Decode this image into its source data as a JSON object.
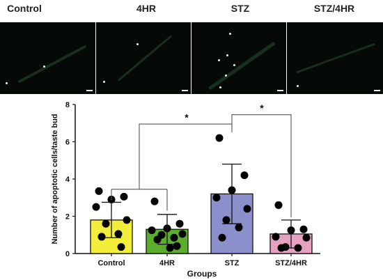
{
  "panels": {
    "labels": [
      "Control",
      "4HR",
      "STZ",
      "STZ/4HR"
    ]
  },
  "chart_data": {
    "type": "bar",
    "categories": [
      "Control",
      "4HR",
      "STZ",
      "STZ/4HR"
    ],
    "values": [
      1.8,
      1.3,
      3.2,
      1.05
    ],
    "error": [
      0.95,
      0.8,
      1.6,
      0.75
    ],
    "points": [
      [
        3.35,
        3.05,
        2.9,
        2.5,
        1.8,
        1.6,
        1.05,
        0.9,
        0.35
      ],
      [
        2.8,
        1.6,
        1.35,
        1.25,
        1.05,
        1.0,
        0.85,
        0.75,
        0.4,
        0.3
      ],
      [
        6.2,
        4.2,
        3.4,
        3.0,
        2.4,
        1.8,
        1.4,
        0.85
      ],
      [
        2.6,
        1.3,
        1.25,
        0.9,
        0.85,
        0.35,
        0.3,
        0.3
      ]
    ],
    "bar_colors": [
      "#f2ee3a",
      "#5cad2d",
      "#8b8fcb",
      "#e6a1c1"
    ],
    "xlabel": "Groups",
    "ylabel": "Number of apoptotic cells/taste bud",
    "ylim": [
      0,
      8
    ],
    "yticks": [
      0,
      2,
      4,
      6,
      8
    ],
    "significance": [
      {
        "label": "*"
      },
      {
        "label": "*"
      }
    ]
  }
}
